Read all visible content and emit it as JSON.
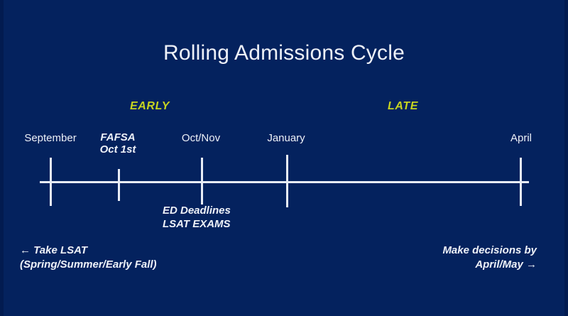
{
  "slide": {
    "title": "Rolling Admissions Cycle",
    "background_color": "#04225e",
    "text_color": "#eef1f8",
    "accent_color": "#c8d420"
  },
  "phases": {
    "early": "EARLY",
    "late": "LATE"
  },
  "timeline": {
    "milestones": [
      {
        "label": "September",
        "style": "upright",
        "position": "above"
      },
      {
        "label": "FAFSA",
        "label_line2": "Oct 1st",
        "style": "italic",
        "position": "above"
      },
      {
        "label": "Oct/Nov",
        "style": "upright",
        "position": "above"
      },
      {
        "label": "January",
        "style": "upright",
        "position": "above"
      },
      {
        "label": "April",
        "style": "upright",
        "position": "above"
      }
    ],
    "sub_labels": [
      {
        "line1": "ED Deadlines",
        "line2": "LSAT EXAMS"
      }
    ]
  },
  "notes": {
    "left": {
      "arrow": "←",
      "line1": "Take LSAT",
      "line2": "(Spring/Summer/Early Fall)"
    },
    "right": {
      "arrow": "→",
      "line1": "Make decisions by",
      "line2": "April/May"
    }
  }
}
